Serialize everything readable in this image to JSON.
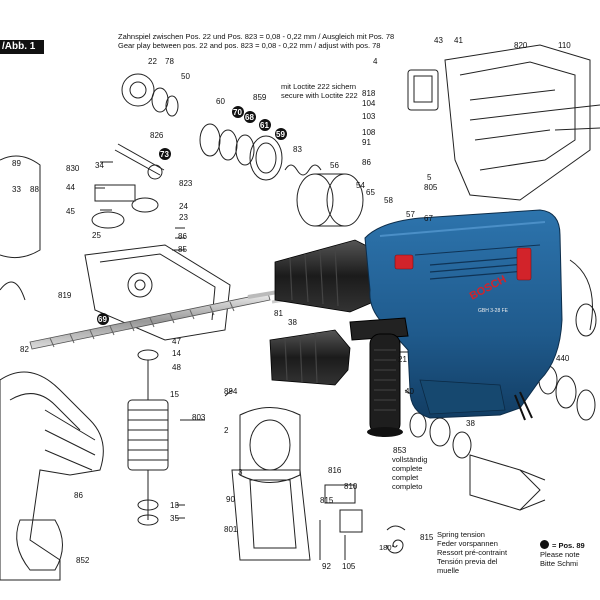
{
  "figure_tag": "/Abb. 1",
  "header_note": {
    "line1": "Zahnspiel zwischen Pos. 22 und Pos. 823 = 0,08 - 0,22 mm / Ausgleich mit Pos. 78",
    "line2": "Gear play between pos. 22 and pos. 823 = 0,08 - 0,22 mm / adjust with pos. 78"
  },
  "loctite_note": {
    "line1": "mit Loctite 222 sichern",
    "line2": "secure with Loctite 222"
  },
  "complete_note": [
    "vollständig",
    "complete",
    "complet",
    "completo"
  ],
  "spring_note": [
    "Spring tension",
    "Feder vorspannen",
    "Ressort pré-contraint",
    "Tensión previa del",
    "muelle"
  ],
  "spring_angle": "180°",
  "legend": {
    "label": "= Pos. 89",
    "line2": "Please note",
    "line3": "Bitte Schmi"
  },
  "tool_brand": "BOSCH",
  "tool_model": "GBH 3-28 FE",
  "part_labels": [
    {
      "t": "22"
    },
    {
      "t": "78"
    },
    {
      "t": "50"
    },
    {
      "t": "89"
    },
    {
      "t": "33"
    },
    {
      "t": "88"
    },
    {
      "t": "826"
    },
    {
      "t": "73",
      "circ": true
    },
    {
      "t": "830"
    },
    {
      "t": "34"
    },
    {
      "t": "44"
    },
    {
      "t": "45"
    },
    {
      "t": "25"
    },
    {
      "t": "823"
    },
    {
      "t": "24"
    },
    {
      "t": "23"
    },
    {
      "t": "86"
    },
    {
      "t": "85"
    },
    {
      "t": "60"
    },
    {
      "t": "70",
      "circ": true
    },
    {
      "t": "68",
      "circ": true
    },
    {
      "t": "859"
    },
    {
      "t": "61",
      "circ": true
    },
    {
      "t": "59",
      "circ": true
    },
    {
      "t": "83"
    },
    {
      "t": "56"
    },
    {
      "t": "54"
    },
    {
      "t": "65"
    },
    {
      "t": "58"
    },
    {
      "t": "57"
    },
    {
      "t": "67"
    },
    {
      "t": "43"
    },
    {
      "t": "41"
    },
    {
      "t": "820"
    },
    {
      "t": "110"
    },
    {
      "t": "4"
    },
    {
      "t": "818"
    },
    {
      "t": "104"
    },
    {
      "t": "103"
    },
    {
      "t": "108"
    },
    {
      "t": "91"
    },
    {
      "t": "86"
    },
    {
      "t": "5"
    },
    {
      "t": "805"
    },
    {
      "t": "819"
    },
    {
      "t": "69",
      "circ": true
    },
    {
      "t": "81"
    },
    {
      "t": "38"
    },
    {
      "t": "47"
    },
    {
      "t": "14"
    },
    {
      "t": "48"
    },
    {
      "t": "82"
    },
    {
      "t": "15"
    },
    {
      "t": "803"
    },
    {
      "t": "894"
    },
    {
      "t": "2"
    },
    {
      "t": "86"
    },
    {
      "t": "13"
    },
    {
      "t": "35"
    },
    {
      "t": "852"
    },
    {
      "t": "21"
    },
    {
      "t": "40"
    },
    {
      "t": "38"
    },
    {
      "t": "853"
    },
    {
      "t": "440"
    },
    {
      "t": "816"
    },
    {
      "t": "815"
    },
    {
      "t": "810"
    },
    {
      "t": "92"
    },
    {
      "t": "105"
    },
    {
      "t": "801"
    },
    {
      "t": "90"
    },
    {
      "t": "815"
    },
    {
      "t": "3"
    }
  ],
  "colors": {
    "housing_blue": "#1f5a8c",
    "housing_dark": "#123d63",
    "accent_red": "#d2232a",
    "chuck_black": "#1b1b1b",
    "line": "#222222"
  }
}
